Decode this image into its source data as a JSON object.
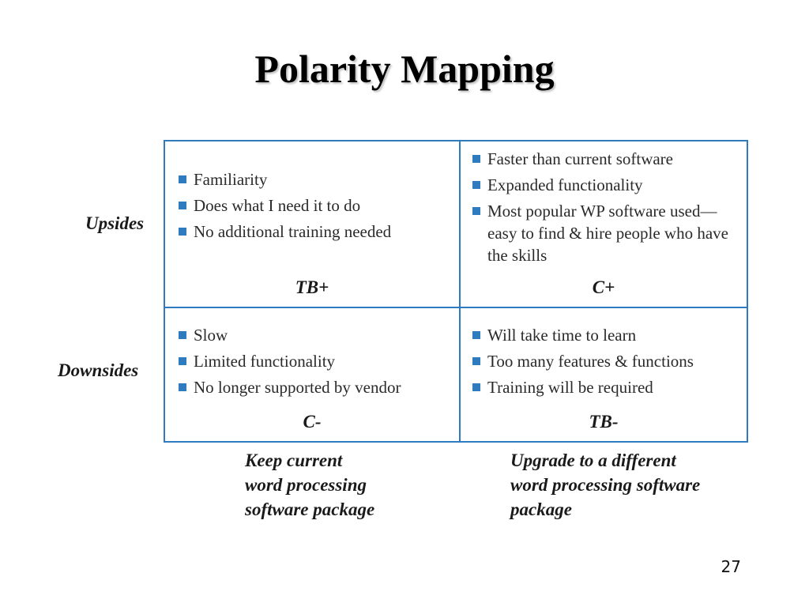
{
  "slide": {
    "title": "Polarity Mapping",
    "page_number": "27"
  },
  "row_labels": {
    "upsides": "Upsides",
    "downsides": "Downsides"
  },
  "column_labels": {
    "left": [
      "Keep current",
      "word processing",
      "software package"
    ],
    "right": [
      "Upgrade to a different",
      "word processing software",
      "package"
    ]
  },
  "quadrants": {
    "top_left": {
      "tag": "TB+",
      "items": [
        "Familiarity",
        "Does what I need it to do",
        "No additional training needed"
      ]
    },
    "top_right": {
      "tag": "C+",
      "items": [
        "Faster than current software",
        "Expanded functionality",
        "Most popular WP software used—easy to find & hire people who have the skills"
      ]
    },
    "bottom_left": {
      "tag": "C-",
      "items": [
        "Slow",
        "Limited functionality",
        "No longer supported by vendor"
      ]
    },
    "bottom_right": {
      "tag": "TB-",
      "items": [
        "Will take time to learn",
        "Too many features & functions",
        "Training will be required"
      ]
    }
  },
  "colors": {
    "grid_border": "#2e7bbf",
    "bullet": "#2e7bbf"
  }
}
